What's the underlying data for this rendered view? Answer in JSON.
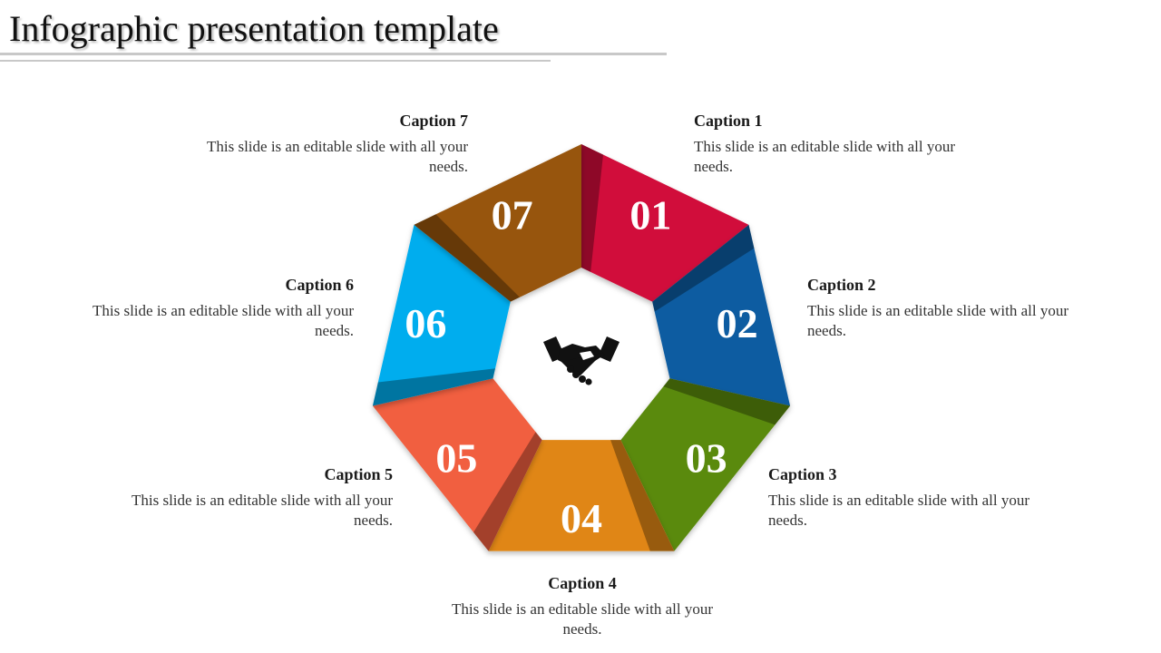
{
  "title": "Infographic presentation template",
  "center_icon": "handshake-icon",
  "segments": [
    {
      "number": "01",
      "color": "#d1103a",
      "caption": "Caption 1",
      "body": "This slide is an editable slide with all your needs."
    },
    {
      "number": "02",
      "color": "#0b5ba1",
      "caption": "Caption 2",
      "body": "This slide is an editable slide with all your needs."
    },
    {
      "number": "03",
      "color": "#5a8a0e",
      "caption": "Caption 3",
      "body": "This slide is an editable slide with all your needs."
    },
    {
      "number": "04",
      "color": "#e08612",
      "caption": "Caption 4",
      "body": "This slide is an editable slide with all your needs."
    },
    {
      "number": "05",
      "color": "#f15f3f",
      "caption": "Caption 5",
      "body": "This slide is an editable slide with all your needs."
    },
    {
      "number": "06",
      "color": "#00adee",
      "caption": "Caption 6",
      "body": "This slide is an editable slide with all your needs."
    },
    {
      "number": "07",
      "color": "#97540c",
      "caption": "Caption 7",
      "body": "This slide is an editable slide with all your needs."
    }
  ]
}
